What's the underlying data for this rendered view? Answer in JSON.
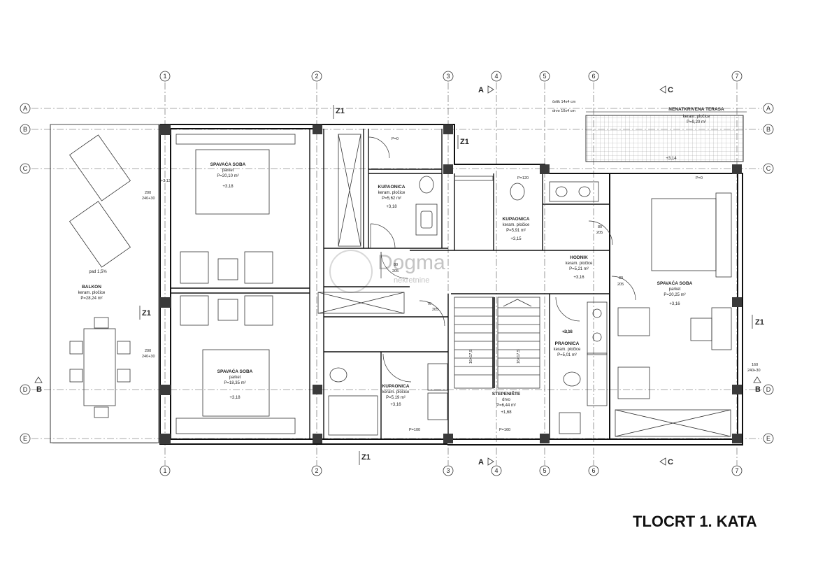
{
  "title": "TLOCRT 1. KATA",
  "grid": {
    "columns": [
      "1",
      "2",
      "3",
      "4",
      "5",
      "6",
      "7"
    ],
    "rows": [
      "A",
      "B",
      "C",
      "D",
      "E"
    ]
  },
  "section_marks": {
    "a": "A",
    "b": "B",
    "c": "C",
    "z_top_left": "Z1",
    "z_top_mid": "Z1",
    "z_left": "Z1",
    "z_right": "Z1",
    "z_bottom": "Z1"
  },
  "rooms": {
    "balkon": {
      "name": "BALKON",
      "floor": "keram. pločice",
      "area": "P=28,24 m²",
      "slope": "pad 1,5%"
    },
    "bedroom_top": {
      "name": "SPAVAĆA SOBA",
      "floor": "parket",
      "area": "P=20,10 m²",
      "level": "+3,18"
    },
    "bedroom_bottom": {
      "name": "SPAVAĆA SOBA",
      "floor": "parket",
      "area": "P=18,35 m²",
      "level": "+3,18"
    },
    "bath_1": {
      "name": "KUPAONICA",
      "floor": "keram. pločice",
      "area": "P=5,62 m²",
      "level": "+3,18"
    },
    "bath_2": {
      "name": "KUPAONICA",
      "floor": "keram. pločice",
      "area": "P=5,91 m²",
      "level": "+3,15"
    },
    "bath_3": {
      "name": "KUPAONICA",
      "floor": "keram. pločice",
      "area": "P=5,19 m²",
      "level": "+3,16"
    },
    "hodnik": {
      "name": "HODNIK",
      "floor": "keram. pločice",
      "area": "P=5,21 m²",
      "level": "+3,16"
    },
    "bedroom_right": {
      "name": "SPAVAĆA SOBA",
      "floor": "parket",
      "area": "P=20,25 m²",
      "level": "+3,16"
    },
    "praonica": {
      "name": "PRAONICA",
      "floor": "keram. pločice",
      "area": "P=5,01 m²",
      "level": "+3,16"
    },
    "stair": {
      "name": "STEPENIŠTE",
      "floor": "drvo",
      "area": "P=6,44 m²",
      "level": "+1,68"
    },
    "terasa": {
      "name": "NENATKRIVENA TERASA",
      "floor": "keram. pločice",
      "area": "P=9,20 m²",
      "level": "+3,14"
    }
  },
  "annotations": {
    "deck_1": "čelik 14x4 cm",
    "deck_2": "drvo 10x4 cm",
    "win_w1": "200",
    "win_s1": "240+30",
    "win_w2": "200",
    "win_s2": "240+30",
    "win_w3": "160",
    "win_s3": "240+30",
    "lvl_a": "+3,13",
    "lvl_b": "+3,16",
    "door_1": "80",
    "door_2": "80",
    "door_3": "80",
    "door_4": "70",
    "door_1b": "205",
    "door_2b": "205",
    "door_3b": "205",
    "door_4b": "205",
    "p_0a": "P=0",
    "p_0b": "P=0",
    "p_100": "P=100",
    "p_120": "P=120",
    "p_160": "P=160",
    "stair_up": "16×17,5",
    "stair_up2": "16×17,5"
  },
  "watermark": {
    "main": "Dogma",
    "sub": "nekretnine"
  }
}
